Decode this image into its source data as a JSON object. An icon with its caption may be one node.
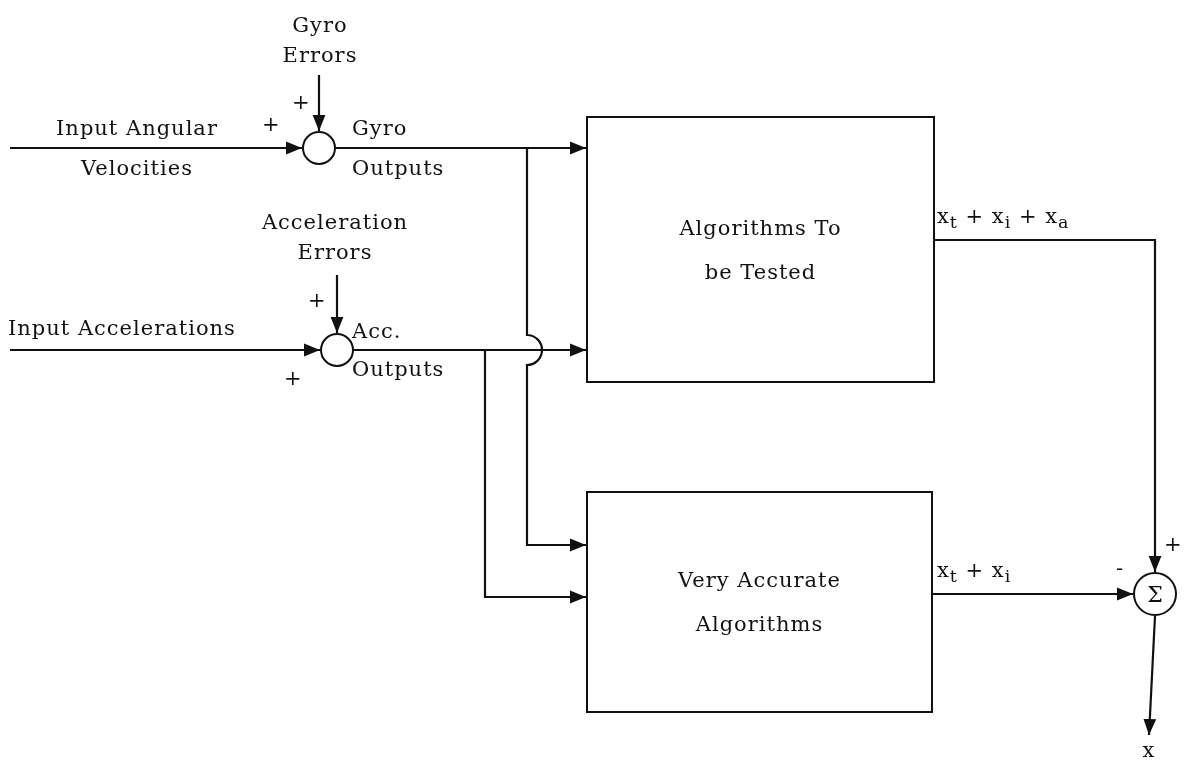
{
  "diagram": {
    "nodes": [
      {
        "text": [
          "Gyro Errors"
        ]
      },
      {
        "text": [],
        "shape": "circle"
      },
      {
        "text": [
          "Acceleration Errors"
        ]
      },
      {
        "text": [],
        "shape": "circle"
      },
      {
        "text": [
          "Algorithms To be Tested"
        ]
      },
      {
        "text": [
          "Very Accurate Algorithms"
        ]
      },
      {
        "text": [
          "Σ"
        ]
      },
      {
        "text": [
          "x"
        ]
      }
    ],
    "edges": [
      {
        "from": null,
        "to": 1,
        "arrow": "to",
        "label": "Input Angular Velocities"
      },
      {
        "from": 0,
        "to": 1,
        "arrow": "to"
      },
      {
        "from": 1,
        "to": 4,
        "arrow": "to",
        "label": "Gyro Outputs"
      },
      {
        "from": 1,
        "to": 5,
        "arrow": "to"
      },
      {
        "from": null,
        "to": 3,
        "arrow": "to",
        "label": "Input Accelerations"
      },
      {
        "from": 2,
        "to": 3,
        "arrow": "to"
      },
      {
        "from": 3,
        "to": 4,
        "arrow": "to",
        "label": "Acc. Outputs"
      },
      {
        "from": 3,
        "to": 5,
        "arrow": "to"
      },
      {
        "from": 4,
        "to": 6,
        "arrow": "to",
        "label": "x$_{t}$ + x$_{i}$ + x$_{a}$"
      },
      {
        "from": 5,
        "to": 6,
        "arrow": "to",
        "label": "x$_{t}$ + x$_{i}$"
      },
      {
        "from": 6,
        "to": 7,
        "arrow": "to"
      }
    ],
    "labels": [
      "+",
      "+",
      "+",
      "+",
      "+",
      "-"
    ]
  }
}
